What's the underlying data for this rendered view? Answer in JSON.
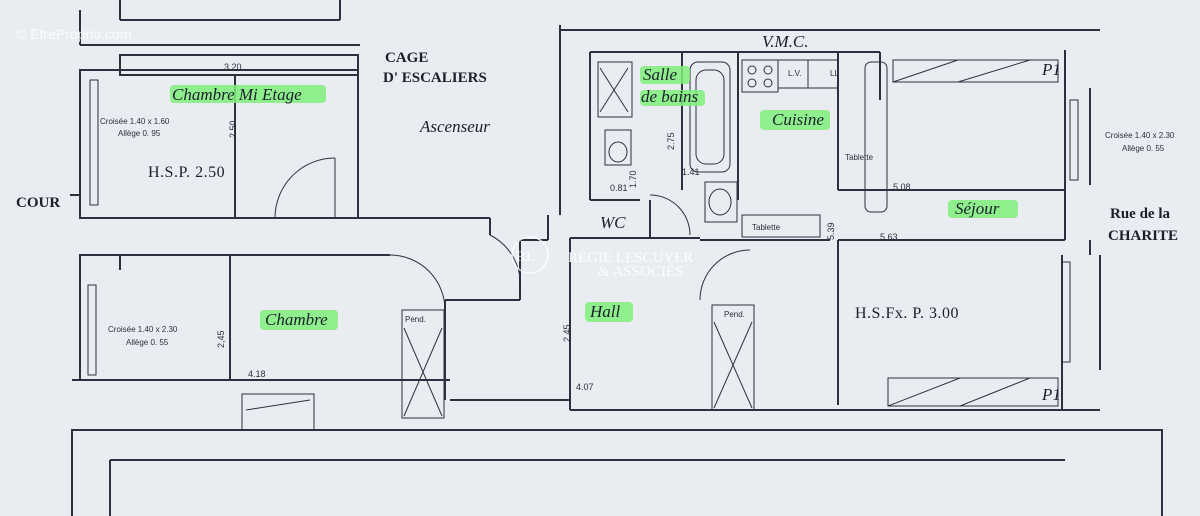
{
  "watermark": "© EtreProprio.com",
  "logo": {
    "monogram": "RL",
    "name": "RÉGIE LESCUYER",
    "sub": "& ASSOCIÉS"
  },
  "labels": {
    "cage": "CAGE",
    "escaliers": "D' ESCALIERS",
    "ascenseur": "Ascenseur",
    "vmc": "V.M.C.",
    "cour": "COUR",
    "rue1": "Rue de la",
    "rue2": "CHARITE",
    "hsp": "H.S.P. 2.50",
    "hsfx": "H.S.Fx. P. 3.00",
    "lv": "L.V.",
    "ll": "LL",
    "tablette1": "Tablette",
    "tablette2": "Tablette",
    "wc": "WC",
    "pend1": "Pend.",
    "pend2": "Pend.",
    "p1_top": "P1",
    "p1_bottom": "P1"
  },
  "rooms": {
    "chambre_mi_etage": "Chambre Mi Etage",
    "salle1": "Salle",
    "salle2": "de bains",
    "cuisine": "Cuisine",
    "sejour": "Séjour",
    "chambre": "Chambre",
    "hall": "Hall"
  },
  "windows": {
    "w1a": "Croisée 1.40 x 1.60",
    "w1b": "Allège 0. 95",
    "w2a": "Croisée 1.40 x 2.30",
    "w2b": "Allège 0. 55",
    "w3a": "Croisée 1.40 x 2.30",
    "w3b": "Allège 0. 55"
  },
  "dimensions": {
    "d320": "3.20",
    "d250": "2.50",
    "d275": "2.75",
    "d170": "1.70",
    "d081": "0.81",
    "d141": "1.41",
    "d508": "5.08",
    "d539": "5.39",
    "d563": "5.63",
    "d245a": "2,45",
    "d418": "4.18",
    "d245b": "2.45",
    "d407": "4.07"
  }
}
